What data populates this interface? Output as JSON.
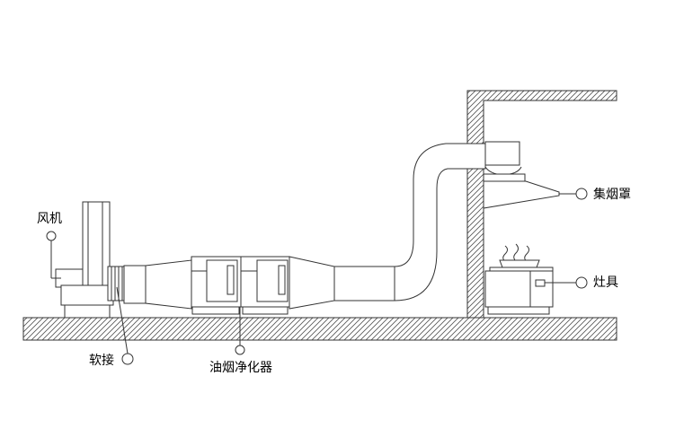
{
  "labels": {
    "fan": "风机",
    "flex_joint": "软接",
    "purifier": "油烟净化器",
    "hood": "集烟罩",
    "stove": "灶具"
  }
}
